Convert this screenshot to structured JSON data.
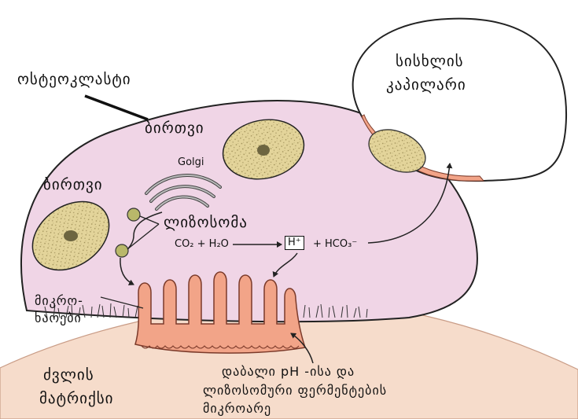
{
  "labels": {
    "osteoclast": "ოსტეოკლასტი",
    "nucleus_1": "ბირთვი",
    "nucleus_2": "ბირთვი",
    "golgi": "Golgi",
    "lysosome": "ლიზოსომა",
    "microvilli_line1": "მიკრო-",
    "microvilli_line2": "ხაოები",
    "capillary_line1": "სისხლის",
    "capillary_line2": "კაპილარი",
    "bone_matrix_line1": "ძვლის",
    "bone_matrix_line2": "მატრიქსი",
    "low_ph_line1": "დაბალი pH -ისა და",
    "low_ph_line2": "ლიზოსომური ფერმენტების",
    "low_ph_line3": "მიკროარე"
  },
  "reaction": {
    "reactants": "CO₂ + H₂O",
    "proton": "H⁺",
    "bicarbonate": "+ HCO₃⁻"
  },
  "colors": {
    "cell": "#f0d5e6",
    "bone": "#f6dccb",
    "ruffled_border": "#f2a488",
    "nucleus": "#e3d49a",
    "nucleolus": "#6d6540"
  }
}
